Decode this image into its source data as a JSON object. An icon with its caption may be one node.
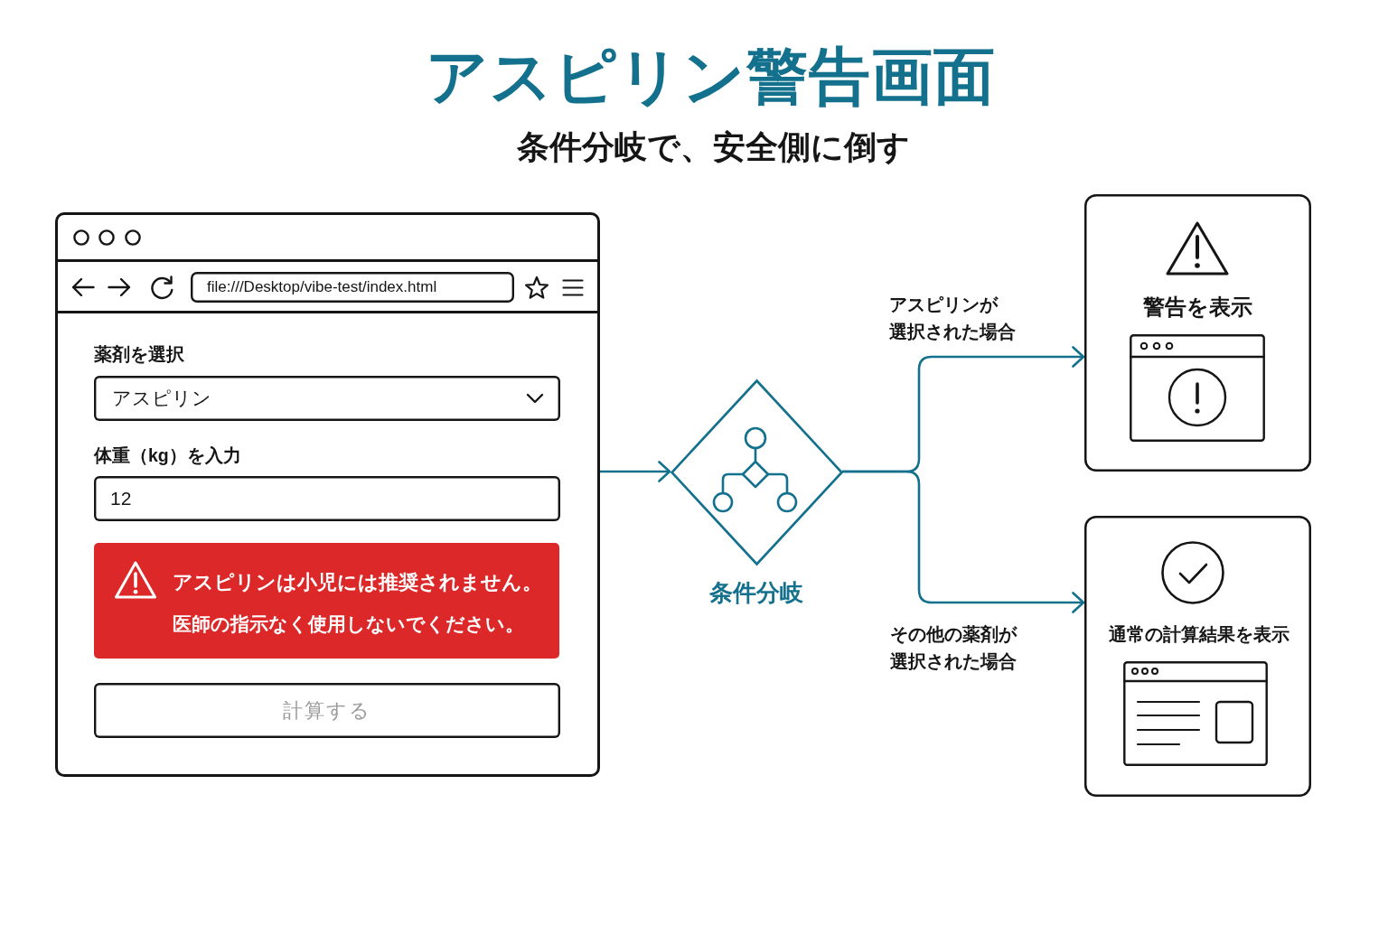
{
  "diagram": {
    "title": "アスピリン警告画面",
    "caption": "条件分岐で、安全側に倒す",
    "nodes": [
      {
        "text": [],
        "shape": "box"
      },
      {
        "text": [
          "file:///Desktop/vibe-test/index.html"
        ],
        "in": 0
      },
      {
        "text": [
          "薬剤を選択",
          "アスピリン"
        ],
        "in": 0
      },
      {
        "text": [
          "体重（kg）を入力",
          "12"
        ],
        "in": 0
      },
      {
        "text": [
          "アスピリンは小児には推奨されません。",
          "医師の指示なく使用しないでください。"
        ],
        "in": 0
      },
      {
        "text": [
          "計算する"
        ],
        "in": 0
      },
      {
        "text": [],
        "shape": "diamond",
        "beside": [
          "条件分岐"
        ]
      },
      {
        "text": [
          "警告を表示"
        ]
      },
      {
        "text": [
          "通常の計算結果を表示"
        ]
      }
    ],
    "edges": [
      {
        "from": 0,
        "to": 6,
        "arrow": "to"
      },
      {
        "from": 6,
        "to": 7,
        "arrow": "to",
        "label": "アスピリンが選択された場合"
      },
      {
        "from": 6,
        "to": 8,
        "arrow": "to",
        "label": "その他の薬剤が選択された場合"
      }
    ]
  }
}
